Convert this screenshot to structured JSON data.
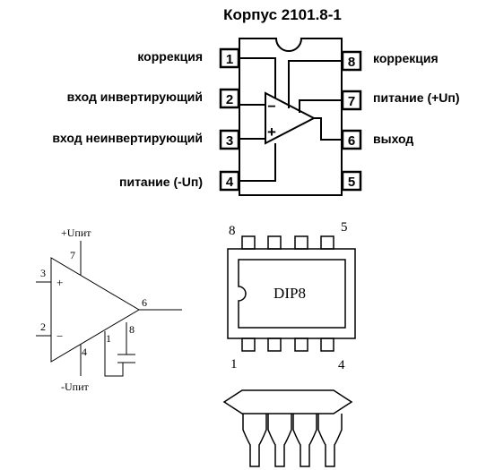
{
  "title": "Корпус 2101.8-1",
  "pinout": {
    "left_pins": [
      {
        "num": "1",
        "label": "коррекция"
      },
      {
        "num": "2",
        "label": "вход инвертирующий"
      },
      {
        "num": "3",
        "label": "вход неинвертирующий"
      },
      {
        "num": "4",
        "label": "питание (-Uп)"
      }
    ],
    "right_pins": [
      {
        "num": "8",
        "label": "коррекция"
      },
      {
        "num": "7",
        "label": "питание (+Uп)"
      },
      {
        "num": "6",
        "label": "выход"
      },
      {
        "num": "5",
        "label": ""
      }
    ],
    "opamp_minus": "−",
    "opamp_plus": "+"
  },
  "schematic": {
    "supply_pos": "+Uпит",
    "supply_neg": "-Uпит",
    "pin_7": "7",
    "pin_3": "3",
    "pin_2": "2",
    "pin_4": "4",
    "pin_6": "6",
    "pin_1": "1",
    "pin_8": "8",
    "plus": "+",
    "minus": "−"
  },
  "package": {
    "name": "DIP8",
    "corner_top_left": "8",
    "corner_top_right": "5",
    "corner_bottom_left": "1",
    "corner_bottom_right": "4"
  }
}
